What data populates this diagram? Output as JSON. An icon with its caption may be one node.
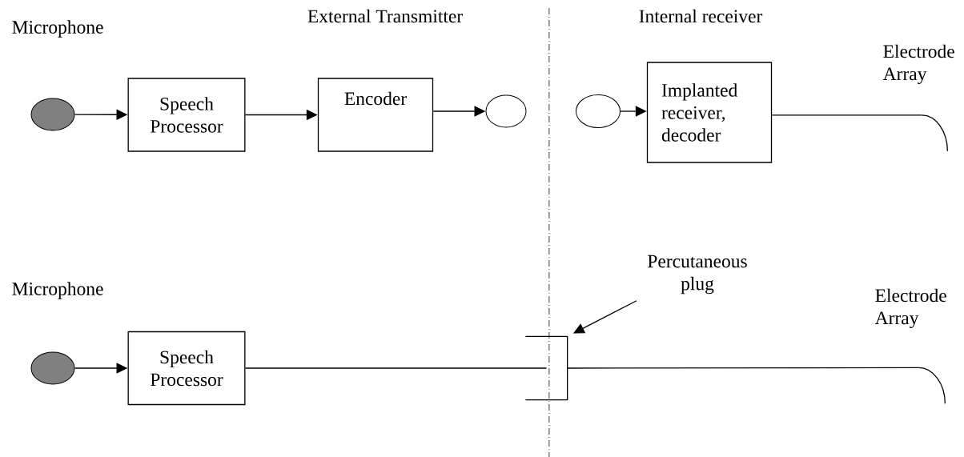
{
  "diagram": {
    "nodes": [
      {
        "text": [],
        "shape": "circle",
        "beside": [
          "Microphone"
        ]
      },
      {
        "text": [
          "Speech Processor"
        ]
      },
      {
        "text": [
          "Encoder"
        ]
      },
      {
        "text": [],
        "shape": "circle"
      },
      {
        "text": [],
        "shape": "circle"
      },
      {
        "text": [
          "Implanted receiver, decoder"
        ]
      },
      {
        "text": [],
        "shape": "curve",
        "beside": [
          "Electrode Array"
        ]
      },
      {
        "text": [],
        "shape": "circle",
        "beside": [
          "Microphone"
        ]
      },
      {
        "text": [
          "Speech Processor"
        ]
      },
      {
        "text": [],
        "shape": "bracket"
      },
      {
        "text": [
          "Percutaneous plug"
        ]
      },
      {
        "text": [],
        "shape": "curve",
        "beside": [
          "Electrode Array"
        ]
      }
    ],
    "edges": [
      {
        "from": 0,
        "to": 1,
        "arrow": "to"
      },
      {
        "from": 1,
        "to": 2,
        "arrow": "to"
      },
      {
        "from": 2,
        "to": 3,
        "arrow": "to"
      },
      {
        "from": 4,
        "to": 5,
        "arrow": "to"
      },
      {
        "from": 5,
        "to": 6,
        "arrow": "none"
      },
      {
        "from": 7,
        "to": 8,
        "arrow": "to"
      },
      {
        "from": 8,
        "to": 9,
        "arrow": "none"
      },
      {
        "from": 9,
        "to": 11,
        "arrow": "none"
      },
      {
        "from": 10,
        "to": 9,
        "arrow": "to"
      }
    ],
    "labels": [
      "External Transmitter",
      "Internal receiver"
    ]
  }
}
